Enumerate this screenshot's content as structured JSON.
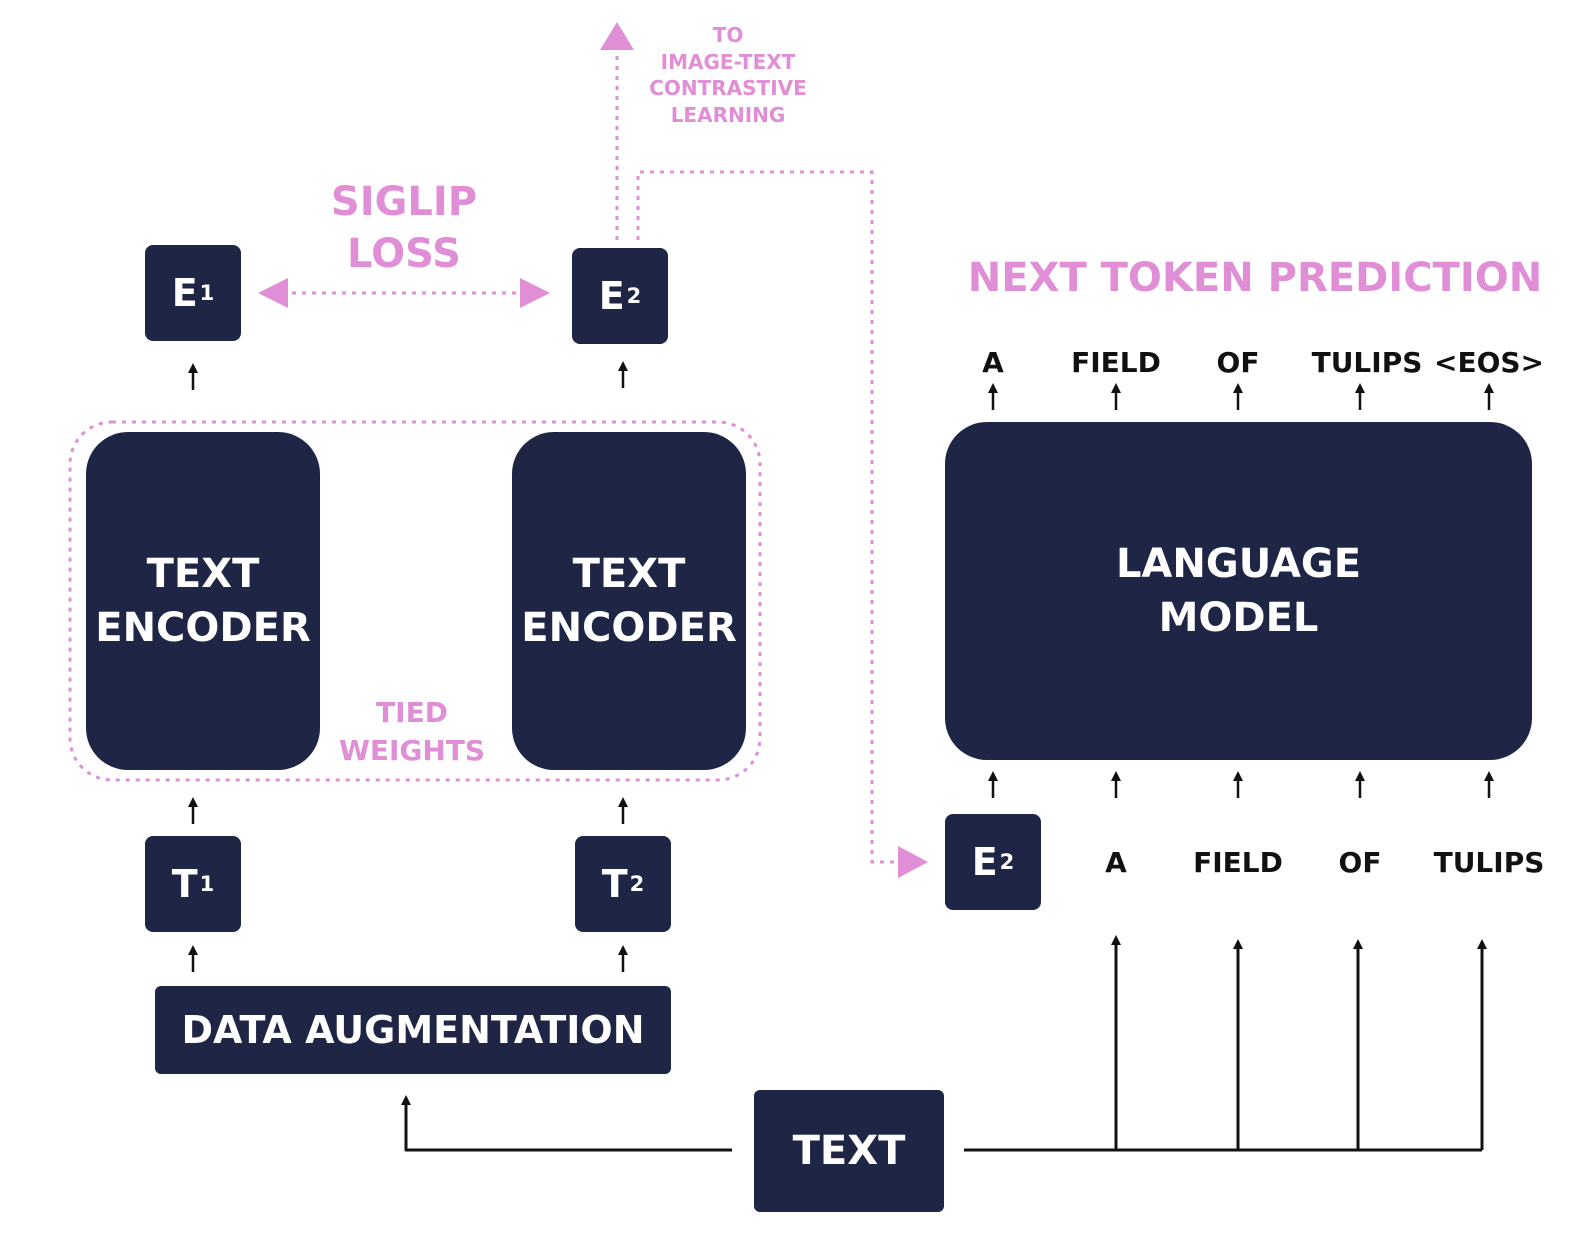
{
  "siglip": {
    "loss_label": "SIGLIP\nLOSS",
    "tied_label": "TIED\nWEIGHTS"
  },
  "contrastive": {
    "label": "TO\nIMAGE-TEXT\nCONTRASTIVE\nLEARNING"
  },
  "embeddings": {
    "e1": {
      "letter": "E",
      "index": "1"
    },
    "e2": {
      "letter": "E",
      "index": "2"
    }
  },
  "encoders": {
    "left": "TEXT\nENCODER",
    "right": "TEXT\nENCODER"
  },
  "tokens": {
    "t1": {
      "letter": "T",
      "index": "1"
    },
    "t2": {
      "letter": "T",
      "index": "2"
    }
  },
  "augmentation": {
    "label": "DATA AUGMENTATION"
  },
  "text": {
    "label": "TEXT"
  },
  "ntp": {
    "title": "NEXT TOKEN PREDICTION",
    "model": "LANGUAGE\nMODEL",
    "outputs": [
      "A",
      "FIELD",
      "OF",
      "TULIPS",
      "<EOS>"
    ],
    "inputs": [
      "A",
      "FIELD",
      "OF",
      "TULIPS"
    ],
    "prefix": {
      "letter": "E",
      "index": "2"
    }
  },
  "colors": {
    "box": "#1f2544",
    "accent": "#e08ed6",
    "line": "#111111"
  }
}
